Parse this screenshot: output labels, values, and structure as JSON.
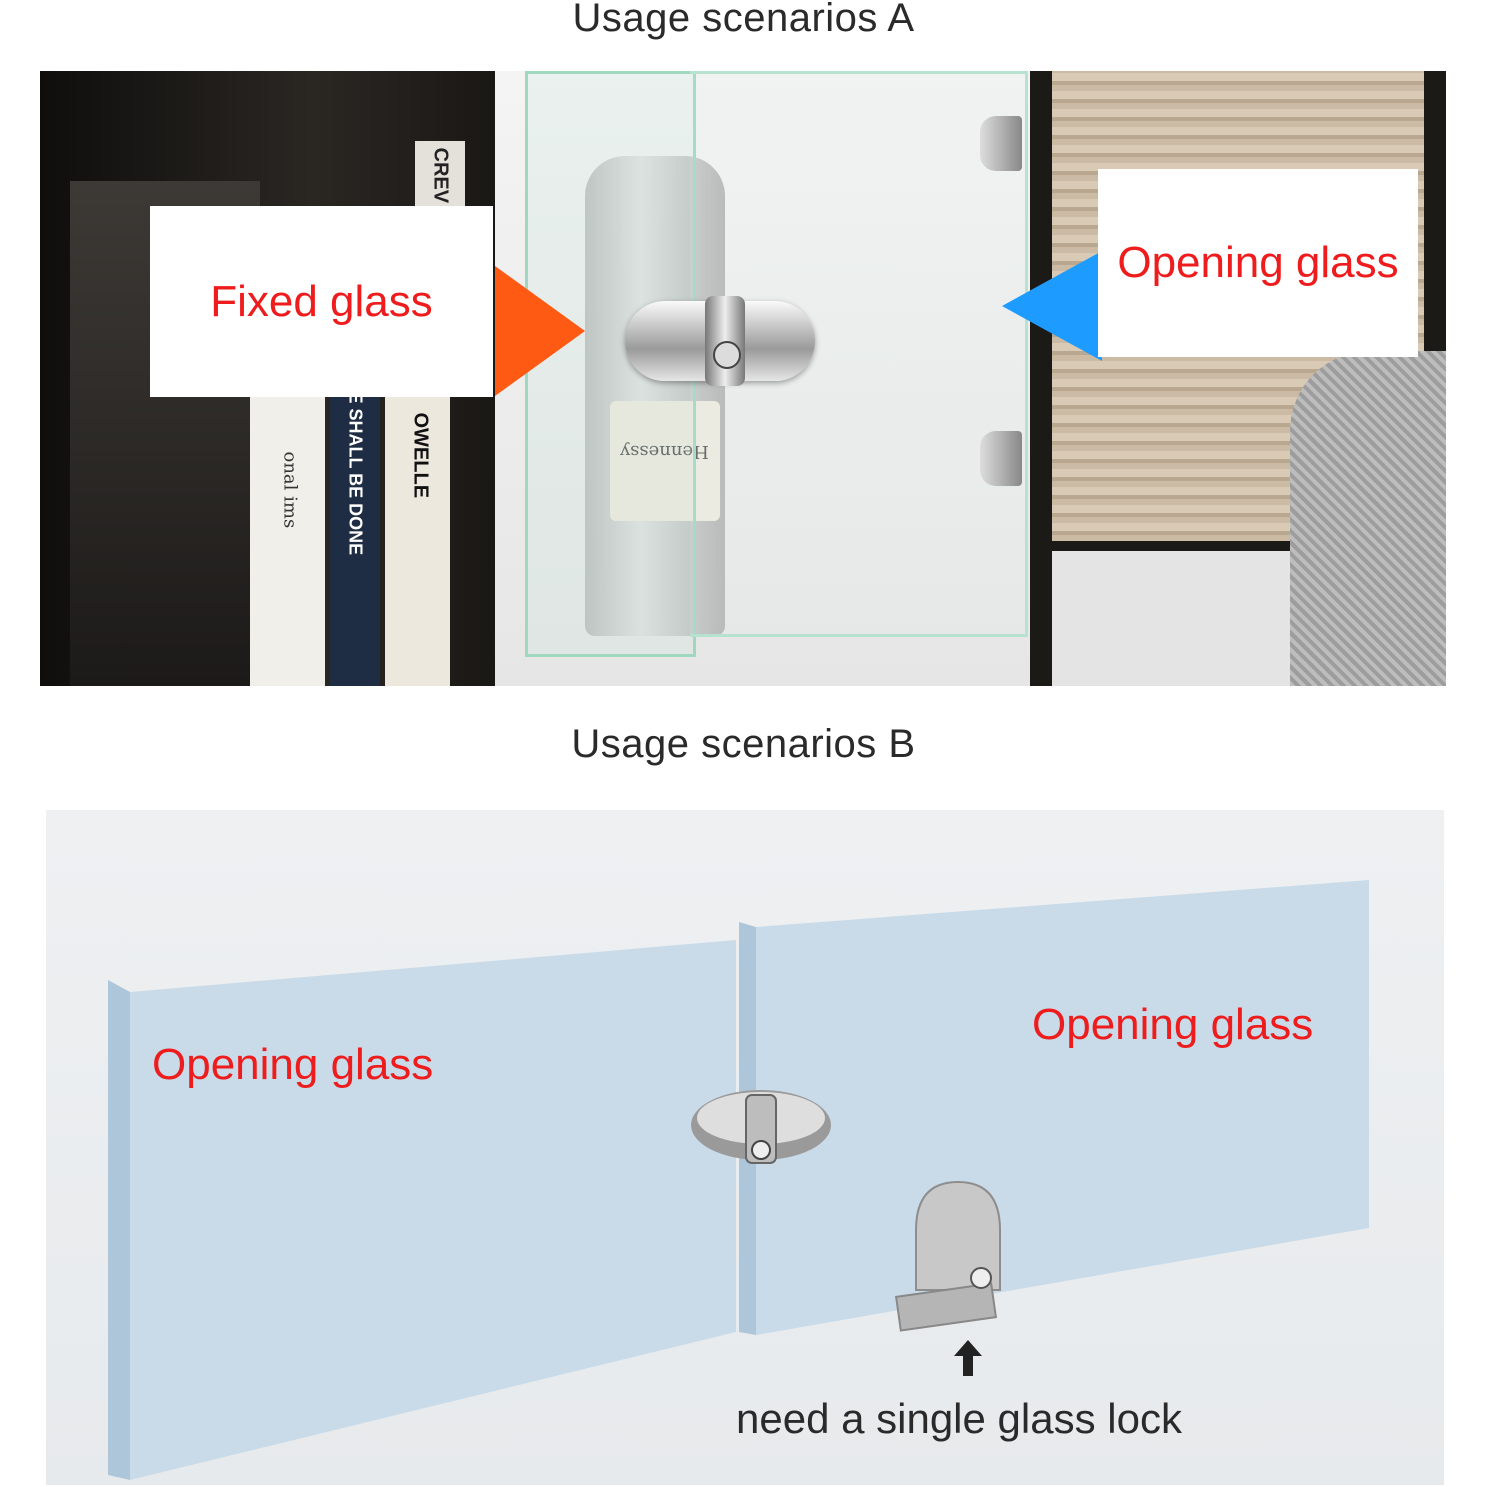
{
  "scenario_a": {
    "heading": "Usage scenarios A",
    "fixed_glass_label": "Fixed glass",
    "opening_glass_label": "Opening glass",
    "arrow_fixed_color": "#ff5a14",
    "arrow_opening_color": "#1e9bff",
    "spine_texts": [
      "CREV",
      "onal ims",
      "E SHALL BE DONE",
      "OWELLE",
      "Hennessy"
    ]
  },
  "scenario_b": {
    "heading": "Usage scenarios B",
    "left_panel_label": "Opening glass",
    "right_panel_label": "Opening glass",
    "caption": "need a single glass lock",
    "glass_color": "#c9dbe9",
    "arrow_icon": "up-arrow-icon"
  },
  "colors": {
    "label_red": "#ee1c1c",
    "heading_gray": "#2a2a2a"
  }
}
